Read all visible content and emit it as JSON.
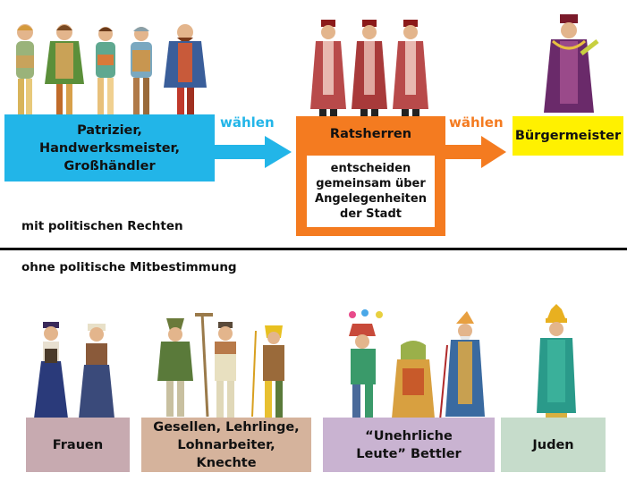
{
  "colors": {
    "patrizier_box": "#22b5e8",
    "arrow1": "#22b5e8",
    "ratsherren_box": "#f47b20",
    "arrow2": "#f47b20",
    "buergermeister_box": "#fff100",
    "frauen_box": "#c7aab0",
    "gesellen_box": "#d5b39c",
    "unehrlich_box": "#c9b3d1",
    "juden_box": "#c6dccb",
    "divider": "#000000"
  },
  "top": {
    "patrizier_label": "Patrizier, Handwerksmeister, Großhändler",
    "arrow1_label": "wählen",
    "ratsherren_label": "Ratsherren",
    "ratsherren_desc": "entscheiden gemeinsam über Angelegenheiten der Stadt",
    "arrow2_label": "wählen",
    "buergermeister_label": "Bürgermeister",
    "rights_label": "mit politischen Rechten"
  },
  "bottom": {
    "no_rights_label": "ohne politische Mitbestimmung",
    "frauen_label": "Frauen",
    "gesellen_label": "Gesellen, Lehrlinge, Lohnarbeiter, Knechte",
    "unehrlich_label": "“Unehrliche Leute” Bettler",
    "juden_label": "Juden"
  },
  "icons": {
    "patrizier_group": "medieval-burghers-illustration",
    "ratsherren_group": "councillors-illustration",
    "buergermeister_figure": "mayor-illustration",
    "frauen_group": "women-illustration",
    "gesellen_group": "journeymen-laborers-illustration",
    "unehrlich_group": "jester-beggars-illustration",
    "juden_figure": "jewish-man-illustration"
  }
}
